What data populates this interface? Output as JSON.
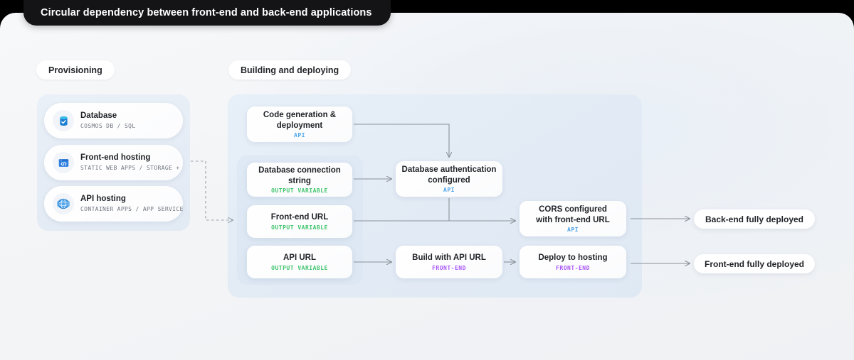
{
  "title": "Circular dependency between front-end and back-end applications",
  "sections": {
    "provisioning_label": "Provisioning",
    "building_label": "Building and deploying"
  },
  "provisioning": {
    "items": [
      {
        "icon": "database-icon",
        "title": "Database",
        "sub": "COSMOS DB / SQL"
      },
      {
        "icon": "code-window-icon",
        "title": "Front-end hosting",
        "sub": "STATIC WEB APPS / STORAGE + CDN"
      },
      {
        "icon": "globe-icon",
        "title": "API hosting",
        "sub": "CONTAINER APPS / APP SERVICE"
      }
    ]
  },
  "flow": {
    "nodes": [
      {
        "id": "codegen",
        "title": "Code generation &\ndeployment",
        "tag": "API",
        "tag_kind": "api"
      },
      {
        "id": "dbconn",
        "title": "Database connection string",
        "tag": "OUTPUT VARIABLE",
        "tag_kind": "output"
      },
      {
        "id": "feurl",
        "title": "Front-end URL",
        "tag": "OUTPUT VARIABLE",
        "tag_kind": "output"
      },
      {
        "id": "apiurl",
        "title": "API URL",
        "tag": "OUTPUT VARIABLE",
        "tag_kind": "output"
      },
      {
        "id": "dbauth",
        "title": "Database authentication\nconfigured",
        "tag": "API",
        "tag_kind": "api"
      },
      {
        "id": "build",
        "title": "Build with API URL",
        "tag": "FRONT-END",
        "tag_kind": "frontend"
      },
      {
        "id": "cors",
        "title": "CORS configured\nwith front-end URL",
        "tag": "API",
        "tag_kind": "api"
      },
      {
        "id": "deploy",
        "title": "Deploy to hosting",
        "tag": "FRONT-END",
        "tag_kind": "frontend"
      }
    ]
  },
  "results": [
    {
      "id": "backend-deployed",
      "label": "Back-end fully deployed"
    },
    {
      "id": "frontend-deployed",
      "label": "Front-end fully deployed"
    }
  ],
  "colors": {
    "api": "#4aa3e8",
    "output_variable": "#3fc56c",
    "front_end": "#a855f7",
    "title_bar": "#141416",
    "connector": "#8b9199",
    "page_background": "#f2f4f6"
  }
}
